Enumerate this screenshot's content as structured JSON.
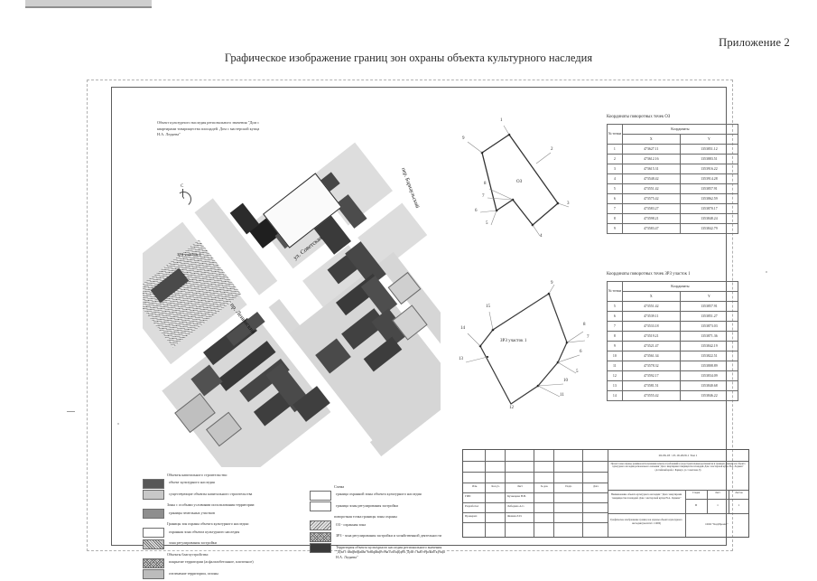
{
  "page": {
    "annex_label": "Приложение 2",
    "doc_title": "Графическое изображение границ зон охраны объекта культурного наследия"
  },
  "map": {
    "okn_caption": "Объект культурного наследия регионального значения \"Дом с квартирами товарищества площадей. Дом с мастерской купца Н.А. Ледяева\"",
    "compass_north": "С",
    "streets": [
      {
        "name": "ул. Советская"
      },
      {
        "name": "пр. Ленинский"
      },
      {
        "name": "пер. Барнаульский"
      }
    ],
    "zone_label_map": "ЗРЗ участок 1",
    "oz_label": "ОЗ",
    "zrz_label": "ЗРЗ участок 1",
    "oz_vertices": [
      "1",
      "2",
      "3",
      "4",
      "5",
      "6",
      "7",
      "8",
      "9"
    ],
    "zrz_vertices": [
      "5",
      "6",
      "7",
      "8",
      "9",
      "10",
      "11",
      "12",
      "13",
      "14",
      "15"
    ]
  },
  "tables": [
    {
      "caption": "Координаты поворотных точек ОЗ",
      "header_no": "№ точки",
      "header_group": "Координаты",
      "header_x": "X",
      "header_y": "Y",
      "rows": [
        {
          "no": "1",
          "x": "473627.11",
          "y": "1353851.12"
        },
        {
          "no": "2",
          "x": "473612.16",
          "y": "1353883.51"
        },
        {
          "no": "3",
          "x": "473615.31",
          "y": "1353916.22"
        },
        {
          "no": "4",
          "x": "473548.42",
          "y": "1353914.28"
        },
        {
          "no": "5",
          "x": "473551.42",
          "y": "1353857.91"
        },
        {
          "no": "6",
          "x": "473575.42",
          "y": "1353862.59"
        },
        {
          "no": "7",
          "x": "473583.27",
          "y": "1353870.17"
        },
        {
          "no": "8",
          "x": "473598.21",
          "y": "1353848.24"
        },
        {
          "no": "9",
          "x": "473583.47",
          "y": "1353842.79"
        }
      ]
    },
    {
      "caption": "Координаты поворотных точек ЗРЗ участок 1",
      "header_no": "№ точки",
      "header_group": "Координаты",
      "header_x": "X",
      "header_y": "Y",
      "rows": [
        {
          "no": "5",
          "x": "473551.42",
          "y": "1353857.91"
        },
        {
          "no": "6",
          "x": "473539.11",
          "y": "1353851.27"
        },
        {
          "no": "7",
          "x": "473533.18",
          "y": "1353873.03"
        },
        {
          "no": "8",
          "x": "473519.21",
          "y": "1353871.36"
        },
        {
          "no": "9",
          "x": "473521.47",
          "y": "1353842.19"
        },
        {
          "no": "10",
          "x": "473561.34",
          "y": "1353822.51"
        },
        {
          "no": "11",
          "x": "473578.32",
          "y": "1353808.89"
        },
        {
          "no": "12",
          "x": "473592.17",
          "y": "1353834.09"
        },
        {
          "no": "13",
          "x": "473581.51",
          "y": "1353840.68"
        },
        {
          "no": "14",
          "x": "473555.42",
          "y": "1353846.22"
        }
      ]
    }
  ],
  "legend": {
    "col1": [
      {
        "swatch": "none",
        "text": "Объекты капитального строительства:"
      },
      {
        "swatch": "dark",
        "text": "объект культурного наследия"
      },
      {
        "swatch": "lt",
        "text": "существующие объекты капитального строительства"
      },
      {
        "swatch": "none",
        "text": "Зоны с особыми условиями использования территории:"
      },
      {
        "swatch": "mid",
        "text": "границы земельных участков"
      },
      {
        "swatch": "none",
        "text": "Границы зон охраны объекта культурного наследия:"
      },
      {
        "swatch": "white",
        "text": "охранная зона объекта культурного наследия"
      },
      {
        "swatch": "hatch",
        "text": "зона регулирования застройки"
      },
      {
        "swatch": "none",
        "text": "Объекты благоустройства:"
      },
      {
        "swatch": "cross",
        "text": "покрытие территории (асфальтобетонное, плиточное)"
      },
      {
        "swatch": "dots",
        "text": "озеленение территории, газоны"
      }
    ],
    "col2_head": "Схема",
    "col2": [
      {
        "swatch": "white",
        "text": "граница охранной зоны объекта культурного наследия"
      },
      {
        "swatch": "white",
        "text": "граница зоны регулирования застройки"
      },
      {
        "swatch": "none",
        "text": "поворотная точка границы зоны охраны"
      },
      {
        "swatch": "hatch2",
        "text": "ОЗ - охранная зона"
      },
      {
        "swatch": "cross",
        "text": "ЗРЗ - зона регулирования застройки и хозяйственной деятельности"
      },
      {
        "swatch": "black",
        "text": "Территория объекта культурного наследия регионального значения \"Дом с квартирами товарищества площадей. Дом с мастерской купца Н.А. Ледяева\""
      }
    ]
  },
  "stamp": {
    "code": "26-06-18 / 23-19-2020-1 Том 1",
    "center_top": "Проект зоны охраны, режимов использования земель и требований к градостроительным регламентам в границах данных зон объекта культурного наследия регионального значения \"Дом с квартирами товарищества площадей. Дом с мастерской купца Н.А. Ледяева\" (Алтайский край, г. Барнаул, ул. Советская, 8)",
    "center_mid": "Наименование объекта культурного наследия: \"Дом с квартирами товарищества площадей. Дом с мастерской купца Н.А. Ледяева\"",
    "center_bottom": "Графическое изображение границ зон охраны объекта культурного наследия (масштаб 1:1000)",
    "company": "ООО \"КадПроект\"",
    "cols_right": [
      {
        "label": "Стадия",
        "value": "П"
      },
      {
        "label": "Лист",
        "value": "1"
      },
      {
        "label": "Листов",
        "value": "1"
      }
    ],
    "grid_head": [
      "Изм.",
      "Кол.уч.",
      "Лист",
      "№ док.",
      "Подп.",
      "Дата"
    ],
    "roles": [
      {
        "role": "ГИП",
        "name": "Кузнецова Н.В."
      },
      {
        "role": "Разработал",
        "name": "Лебедева А.С."
      },
      {
        "role": "Проверил",
        "name": "Фомин Л.П."
      }
    ]
  }
}
